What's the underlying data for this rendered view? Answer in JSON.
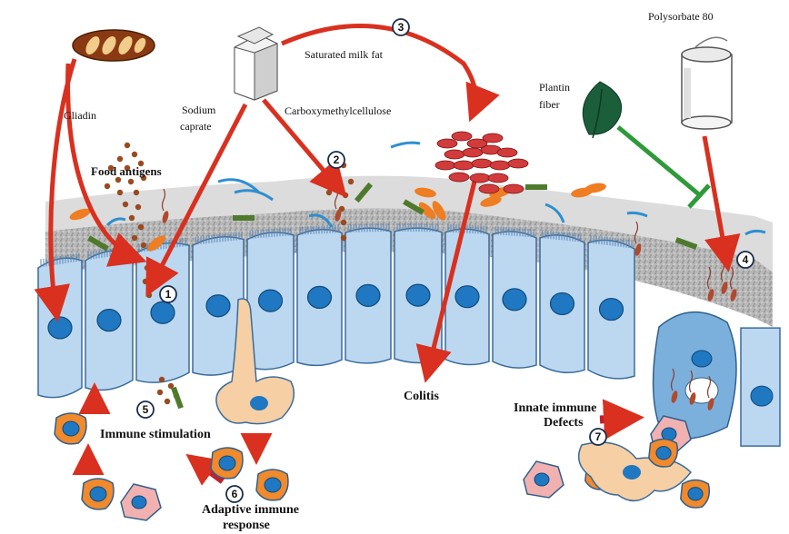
{
  "labels": {
    "gliadin": "Gliadin",
    "sodium_caprate_1": "Sodium",
    "sodium_caprate_2": "caprate",
    "carboxymethylcellulose": "Carboxymethylcellulose",
    "saturated_milk_fat": "Saturated milk fat",
    "polysorbate_80": "Polysorbate 80",
    "plantin_fiber_1": "Plantin",
    "plantin_fiber_2": "fiber",
    "food_antigens": "Food antigens",
    "colitis": "Colitis",
    "immune_stimulation": "Immune stimulation",
    "adaptive_immune_1": "Adaptive immune",
    "adaptive_immune_2": "response",
    "innate_immune_1": "Innate immune",
    "innate_immune_2": "Defects"
  },
  "markers": [
    "1",
    "2",
    "3",
    "4",
    "5",
    "6",
    "7"
  ],
  "colors": {
    "arrow_red": "#d9301f",
    "inhibit_green": "#2e9a3a",
    "cell_fill": "#bcd7f0",
    "cell_stroke": "#3a6c9c",
    "nucleus": "#1f78c1",
    "mucus": "#c8c8c8",
    "antigen": "#9a4a1e",
    "rbc": "#d23b3b",
    "orange_bacteria": "#ef7d22",
    "green_rod": "#4f7a2c",
    "leaf": "#1b5e3a"
  }
}
